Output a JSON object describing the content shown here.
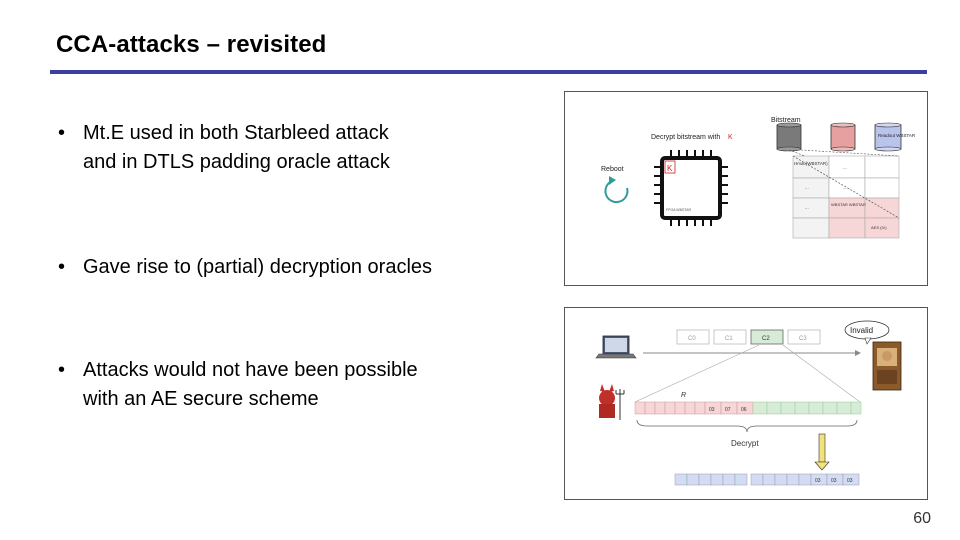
{
  "slide": {
    "title": "CCA-attacks – revisited",
    "page_number": "60",
    "bullets": [
      {
        "marker": "•",
        "lines": [
          "Mt.E used in both Starbleed attack",
          "and in DTLS padding oracle attack"
        ]
      },
      {
        "marker": "•",
        "lines": [
          "Gave rise to (partial) decryption oracles"
        ]
      },
      {
        "marker": "•",
        "lines": [
          "Attacks would not have been possible",
          "with an AE secure scheme"
        ]
      }
    ]
  },
  "figure1": {
    "bitstream_label": "Bitstream",
    "decrypt_label": "Decrypt bitstream with",
    "key_symbol": "K",
    "reboot_label": "Reboot",
    "scroll_label": "Readout WBSTAR",
    "chip_caption": "FPGA WBSTAR",
    "grid_cells": [
      "Hmac(WBSTAR)",
      "...",
      "",
      "...",
      "...",
      "",
      "...",
      "WBSTAR WBSTAR",
      "",
      "",
      "",
      "AES (IV)"
    ],
    "colors": {
      "scroll_dark": "#7a7a7a",
      "scroll_red": "#e6a0a0",
      "scroll_blue": "#b9c4ea",
      "key_red": "#cc2222",
      "reboot_teal": "#2f9c9c"
    }
  },
  "figure2": {
    "cipher_blocks": [
      "C0",
      "C1",
      "C2",
      "C3"
    ],
    "invalid_label": "Invalid",
    "r_label": "R",
    "r_bytes": [
      "03",
      "07",
      "06"
    ],
    "decrypt_label": "Decrypt",
    "out_bytes": [
      "03",
      "03",
      "03"
    ],
    "colors": {
      "pink": "#f6d6d6",
      "green": "#d6ecd6",
      "blue": "#d4dcf4",
      "arrow_yellow": "#f1e27a"
    }
  }
}
